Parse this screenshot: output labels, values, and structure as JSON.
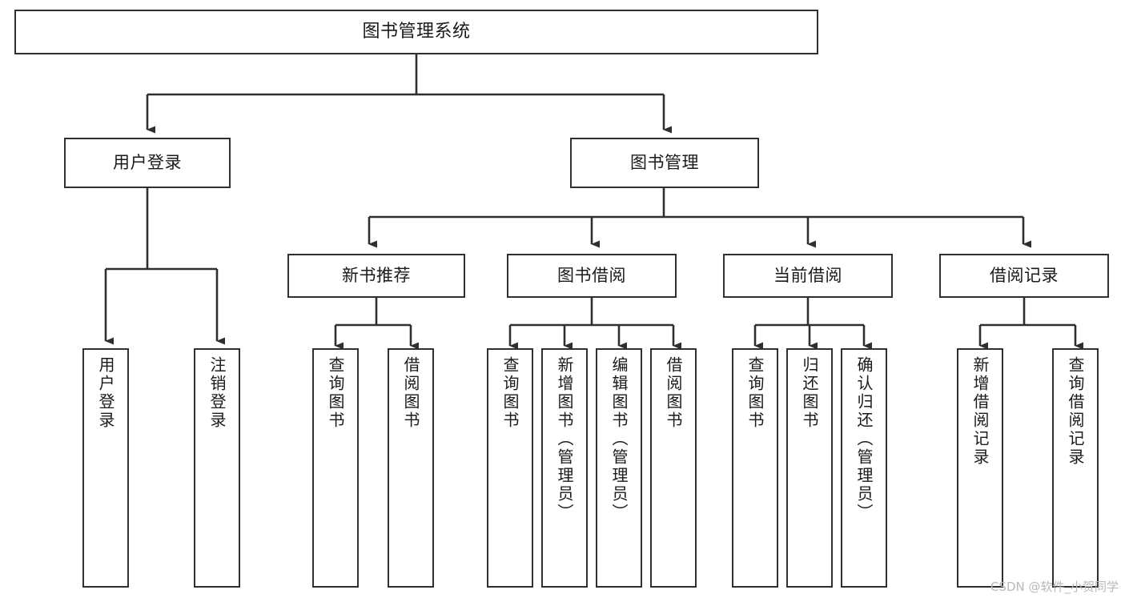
{
  "diagram": {
    "type": "tree-hierarchy",
    "title": "图书管理系统",
    "orientation": "top-down",
    "colors": {
      "box_border": "#2f2f2f",
      "box_fill": "#ffffff",
      "edge": "#2f2f2f",
      "text": "#1a1a1a",
      "watermark": "#b9b9b9",
      "background": "#ffffff"
    },
    "nodes": {
      "root": {
        "label": "图书管理系统"
      },
      "level2": [
        {
          "id": "user-login",
          "label": "用户登录"
        },
        {
          "id": "book-management",
          "label": "图书管理"
        }
      ],
      "level3": [
        {
          "id": "new-book-recommend",
          "label": "新书推荐"
        },
        {
          "id": "book-borrow",
          "label": "图书借阅"
        },
        {
          "id": "current-borrow",
          "label": "当前借阅"
        },
        {
          "id": "borrow-record",
          "label": "借阅记录"
        }
      ],
      "leaves": {
        "user-login": [
          {
            "id": "leaf-user-login",
            "label": "用户登录"
          },
          {
            "id": "leaf-logout-login",
            "label": "注销登录"
          }
        ],
        "new-book-recommend": [
          {
            "id": "leaf-query-book-1",
            "label": "查询图书"
          },
          {
            "id": "leaf-borrow-book-1",
            "label": "借阅图书"
          }
        ],
        "book-borrow": [
          {
            "id": "leaf-query-book-2",
            "label": "查询图书"
          },
          {
            "id": "leaf-add-book",
            "label": "新增图书（管理员）"
          },
          {
            "id": "leaf-edit-book",
            "label": "编辑图书（管理员）"
          },
          {
            "id": "leaf-borrow-book-2",
            "label": "借阅图书"
          }
        ],
        "current-borrow": [
          {
            "id": "leaf-query-book-3",
            "label": "查询图书"
          },
          {
            "id": "leaf-return-book",
            "label": "归还图书"
          },
          {
            "id": "leaf-confirm-return",
            "label": "确认归还（管理员）"
          }
        ],
        "borrow-record": [
          {
            "id": "leaf-add-record",
            "label": "新增借阅记录"
          },
          {
            "id": "leaf-query-record",
            "label": "查询借阅记录"
          }
        ]
      }
    },
    "watermark": "CSDN @软件_小贺同学"
  }
}
